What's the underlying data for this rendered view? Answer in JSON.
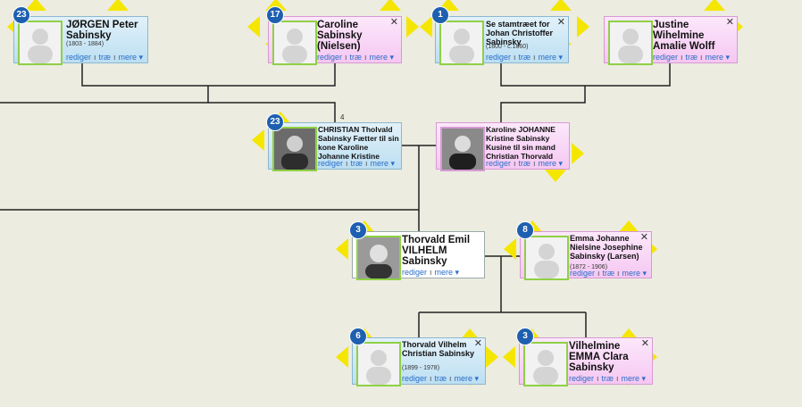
{
  "colors": {
    "background": "#ecece0",
    "male": "#bcdff2",
    "female": "#f5c7f2",
    "link": "#2b6fc9",
    "badge": "#1e5fb0",
    "photo_border": "#8fd045",
    "diamond": "#f5e600"
  },
  "links_text": {
    "edit": "rediger",
    "tree": "træ",
    "more": "mere ▾"
  },
  "generation_marker": "4",
  "nodes": [
    {
      "name": "JØRGEN Peter Sabinsky",
      "dates": "(1803 - 1884)",
      "badge": "23",
      "has_photo": false,
      "close": false,
      "sex": "male"
    },
    {
      "name": "Caroline Sabinsky (Nielsen)",
      "dates": "",
      "badge": "17",
      "has_photo": false,
      "close": true,
      "sex": "female"
    },
    {
      "name": "Se stamtræet for Johan Christoffer Sabinsky",
      "dates": "(1800 - c.1860)",
      "badge": "1",
      "has_photo": false,
      "close": true,
      "sex": "male"
    },
    {
      "name": "Justine Wihelmine Amalie Wolff",
      "dates": "",
      "badge": "",
      "has_photo": false,
      "close": true,
      "sex": "female"
    },
    {
      "name": "CHRISTIAN Tholvald Sabinsky Fætter til sin kone Karoline Johanne Kristine",
      "dates": "",
      "badge": "23",
      "has_photo": true,
      "close": false,
      "sex": "male"
    },
    {
      "name": "Karoline JOHANNE Kristine Sabinsky Kusine til sin mand Christian Thorvald",
      "dates": "",
      "badge": "",
      "has_photo": true,
      "close": false,
      "sex": "female"
    },
    {
      "name": "Thorvald Emil VILHELM Sabinsky",
      "dates": "",
      "badge": "3",
      "has_photo": true,
      "close": false,
      "sex": "plain"
    },
    {
      "name": "Emma Johanne Nielsine Josephine Sabinsky (Larsen)",
      "dates": "(1872 - 1906)",
      "badge": "8",
      "has_photo": false,
      "close": true,
      "sex": "female"
    },
    {
      "name": "Thorvald Vilhelm Christian Sabinsky",
      "dates": "(1899 - 1978)",
      "badge": "6",
      "has_photo": false,
      "close": true,
      "sex": "male"
    },
    {
      "name": "Vilhelmine EMMA Clara Sabinsky",
      "dates": "",
      "badge": "3",
      "has_photo": false,
      "close": true,
      "sex": "female"
    }
  ]
}
